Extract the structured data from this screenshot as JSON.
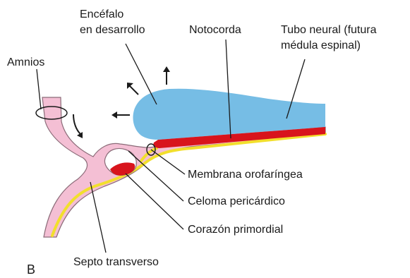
{
  "panel_letter": "B",
  "labels": {
    "brain": [
      "Encéfalo",
      "en desarrollo"
    ],
    "notochord": "Notocorda",
    "neural_tube": [
      "Tubo neural (futura",
      "médula espinal)"
    ],
    "amnion": "Amnios",
    "oropharyngeal_membrane": "Membrana orofaríngea",
    "pericardial_coelom": "Celoma pericárdico",
    "primordial_heart": "Corazón primordial",
    "septum_transversum": "Septo transverso"
  },
  "colors": {
    "neural_tube": "#76bde5",
    "notochord": "#d8141c",
    "endoderm": "#f2df2c",
    "ectoderm_mesoderm": "#f4bfd4",
    "outline": "#8b6b78",
    "text": "#1a1a1a"
  }
}
